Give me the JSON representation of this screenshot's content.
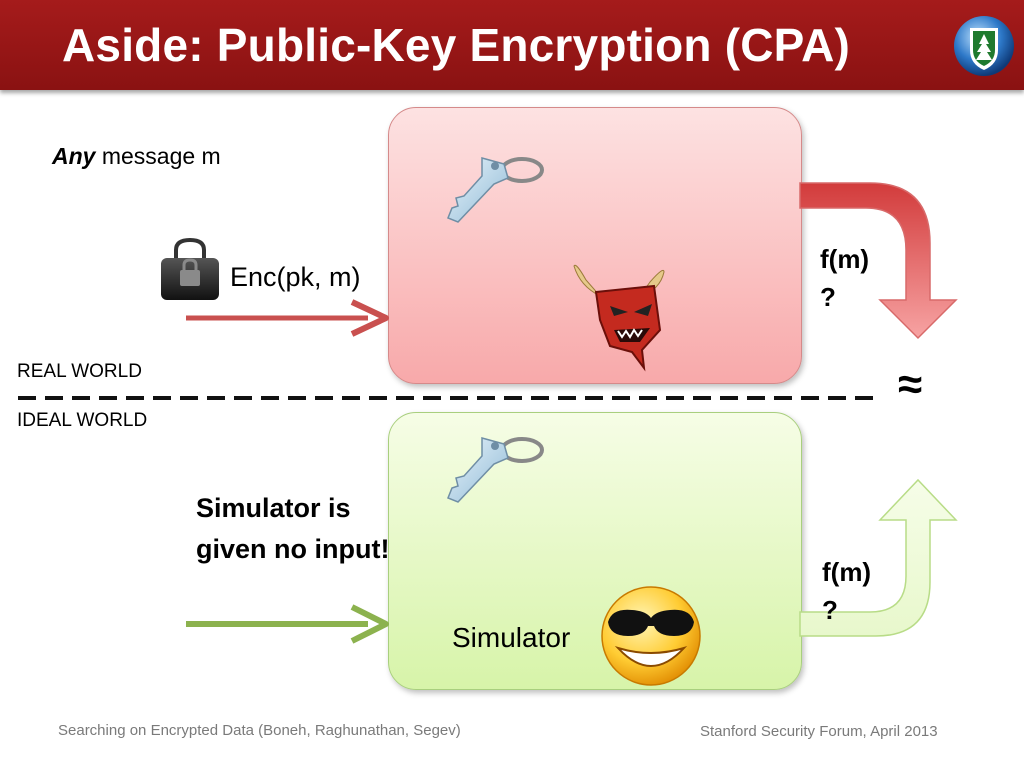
{
  "slide": {
    "title": "Aside: Public-Key Encryption (CPA)",
    "message_label": {
      "emph": "Any",
      "rest": " message m"
    },
    "enc_label": "Enc(pk, m)",
    "real_fm": {
      "line1": "f(m)",
      "line2": "?"
    },
    "ideal_fm": {
      "line1": "f(m)",
      "line2": "?"
    },
    "real_world_label": "REAL WORLD",
    "ideal_world_label": "IDEAL WORLD",
    "approx_symbol": "≈",
    "simulator_note": "Simulator is given no input!",
    "simulator_label": "Simulator",
    "footer_left": "Searching on Encrypted Data (Boneh, Raghunathan, Segev)",
    "footer_right": "Stanford Security Forum, April 2013"
  },
  "colors": {
    "title_bar": "#9b1616",
    "real_box": "#f8a9aa",
    "ideal_box": "#d7f4a9",
    "real_arrow": "#c9504f",
    "ideal_arrow": "#8cb24e"
  },
  "icons": [
    "stanford-logo-icon",
    "padlock-icon",
    "key-icon",
    "devil-icon",
    "cool-smiley-icon",
    "curved-arrow-icon"
  ]
}
